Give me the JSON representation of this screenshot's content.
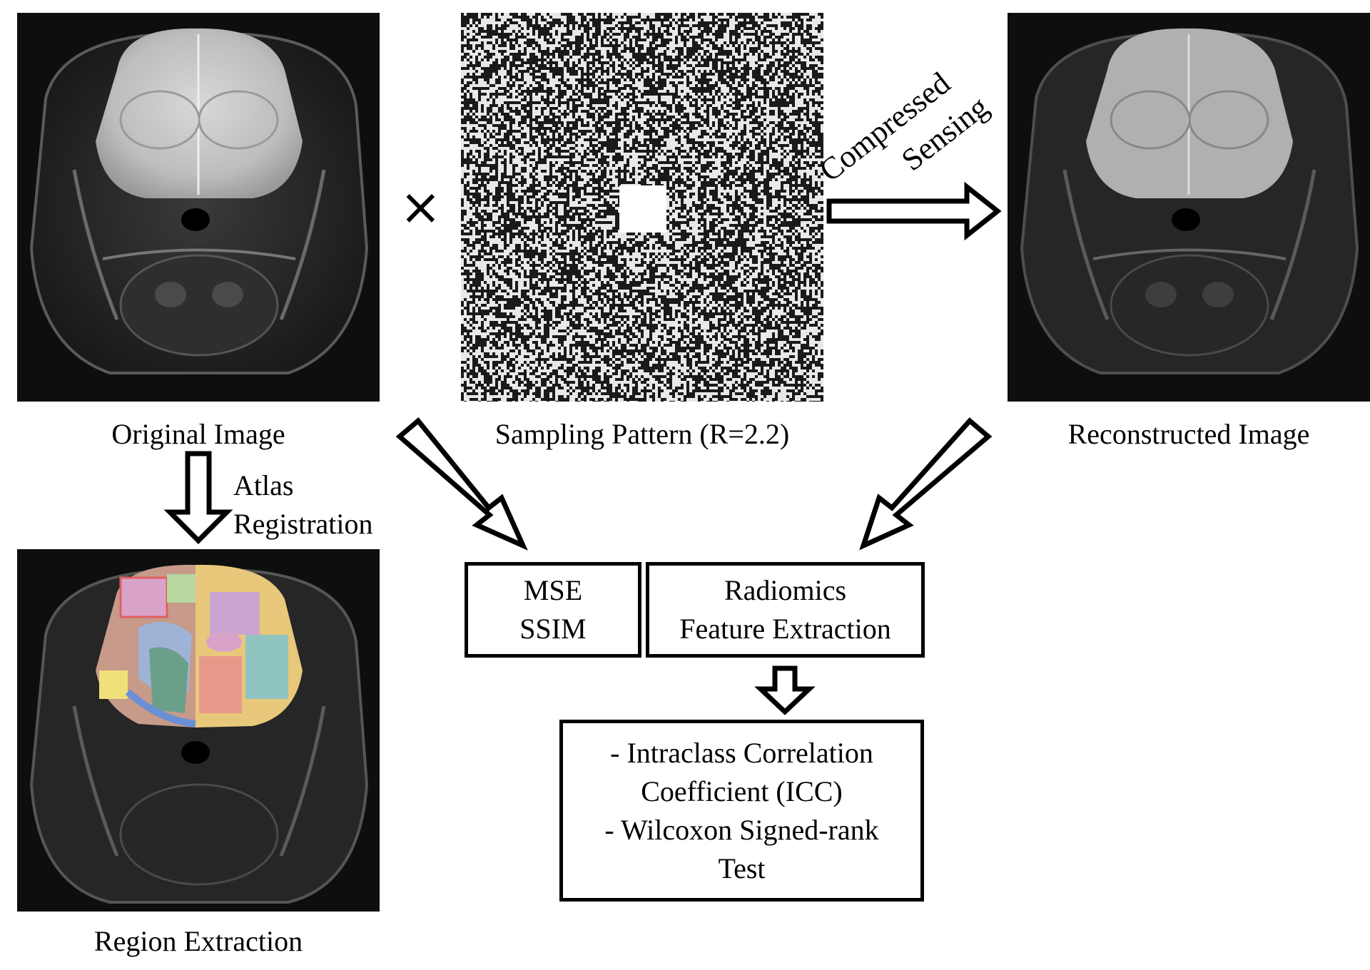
{
  "panels": {
    "original": {
      "caption": "Original Image"
    },
    "sampling": {
      "caption": "Sampling Pattern (R=2.2)"
    },
    "reconstructed": {
      "caption": "Reconstructed Image"
    },
    "region": {
      "caption": "Region Extraction"
    }
  },
  "operators": {
    "multiply": "×"
  },
  "arrows": {
    "compressed_sensing": [
      "Compressed",
      "Sensing"
    ],
    "atlas_registration": [
      "Atlas",
      "Registration"
    ]
  },
  "boxes": {
    "metrics": [
      "MSE",
      "SSIM"
    ],
    "radiomics": [
      "Radiomics",
      "Feature Extraction"
    ],
    "stats": [
      "- Intraclass Correlation",
      "Coefficient (ICC)",
      "- Wilcoxon Signed-rank",
      "Test"
    ]
  },
  "colors": {
    "mri_background": "#111111",
    "atlas_overlay": [
      "#e8c87a",
      "#c79a8a",
      "#9fb3d6",
      "#b7d8a0",
      "#d9a3c9",
      "#f0e07a",
      "#8fc4c0",
      "#e89a8a",
      "#c8a0d8",
      "#6aa08a"
    ]
  }
}
